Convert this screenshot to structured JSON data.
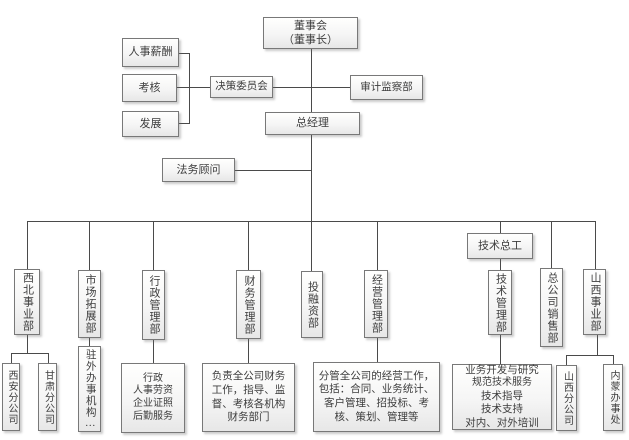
{
  "chart_type": "org-chart",
  "nodes": {
    "board_line1": "董事会",
    "board_line2": "（董事长）",
    "hr_compensation": "人事薪酬",
    "assessment": "考核",
    "development": "发展",
    "decision_committee": "决策委员会",
    "audit_supervision": "审计监察部",
    "general_manager": "总经理",
    "legal_advisor": "法务顾问",
    "northwest_division": "西北事业部",
    "market_development": "市场拓展部",
    "admin_management": "行政管理部",
    "finance_management": "财务管理部",
    "investment_financing": "投融资部",
    "operations_management": "经营管理部",
    "chief_technical_engineer": "技术总工",
    "technical_management": "技术管理部",
    "hq_sales": "总公司销售部",
    "shanxi_division": "山西事业部",
    "xian_branch": "西安分公司",
    "gansu_branch": "甘肃分公司",
    "overseas_offices": "驻外办事机构…",
    "shanxi_branch": "山西分公司",
    "neimeng_office": "内蒙办事处"
  },
  "details": {
    "admin": [
      "行政",
      "人事劳资",
      "企业证照",
      "后勤服务"
    ],
    "finance": [
      "负责全公司财务",
      "工作，指导、监",
      "督、考核各机构",
      "财务部门"
    ],
    "operations": [
      "分管全公司的经营工作，",
      "包括：合同、业务统计、",
      "客户管理、招投标、考",
      "核、策划、管理等"
    ],
    "technical": [
      "业务开发与研究",
      "规范技术服务",
      "技术指导",
      "技术支持",
      "对内、对外培训"
    ]
  },
  "colors": {
    "line": "#4a4a4a",
    "box_border": "#787878",
    "box_fill_top": "#fffffe",
    "box_fill_bottom": "#e7e7e7",
    "text": "#3d3d3d",
    "background": "#ffffff"
  }
}
